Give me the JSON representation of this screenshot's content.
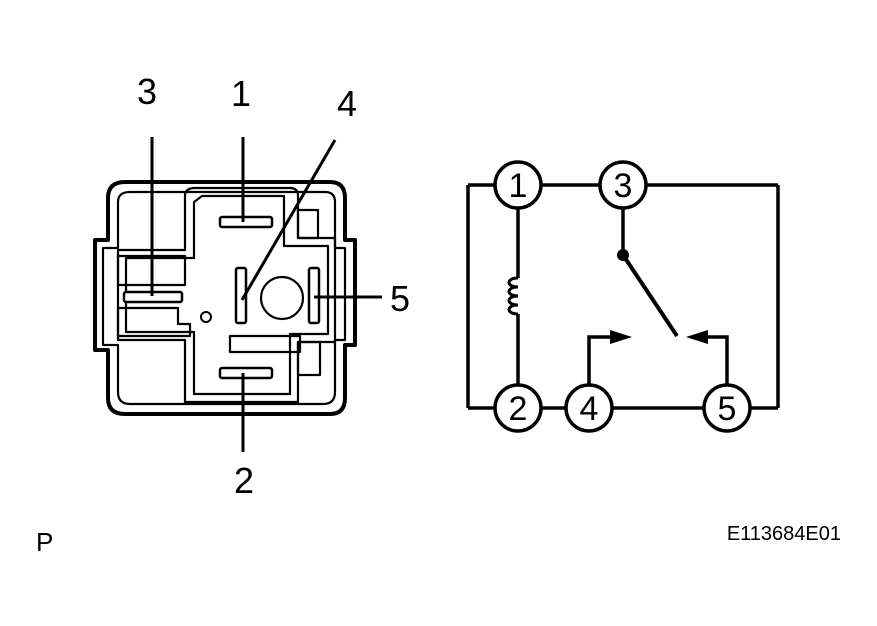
{
  "connector": {
    "terminals": [
      {
        "id": "t3",
        "label": "3"
      },
      {
        "id": "t1",
        "label": "1"
      },
      {
        "id": "t4",
        "label": "4"
      },
      {
        "id": "t5",
        "label": "5"
      },
      {
        "id": "t2",
        "label": "2"
      }
    ]
  },
  "schematic": {
    "nodes": [
      {
        "id": "n1",
        "label": "1"
      },
      {
        "id": "n3",
        "label": "3"
      },
      {
        "id": "n2",
        "label": "2"
      },
      {
        "id": "n4",
        "label": "4"
      },
      {
        "id": "n5",
        "label": "5"
      }
    ]
  },
  "footer": {
    "left_code": "P",
    "figure_id": "E113684E01"
  }
}
